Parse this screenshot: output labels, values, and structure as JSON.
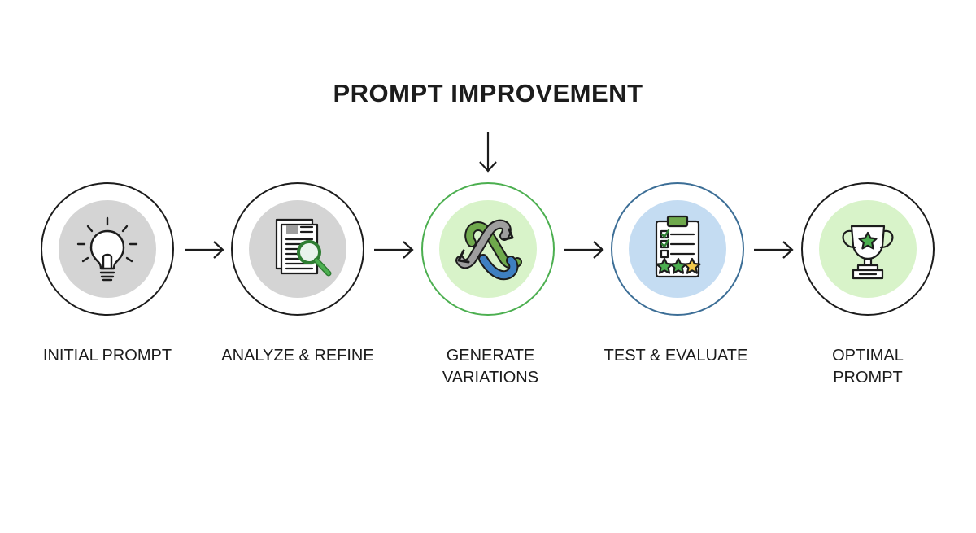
{
  "title": "PROMPT IMPROVEMENT",
  "stages": [
    {
      "label_lines": [
        "INITIAL PROMPT"
      ],
      "icon": "lightbulb-icon",
      "ring_color": "#1c1c1c",
      "fill_color": "#d4d4d4"
    },
    {
      "label_lines": [
        "ANALYZE & REFINE"
      ],
      "icon": "document-magnifier-icon",
      "ring_color": "#1c1c1c",
      "fill_color": "#d4d4d4"
    },
    {
      "label_lines": [
        "GENERATE",
        "VARIATIONS"
      ],
      "icon": "interlinked-arrows-icon",
      "ring_color": "#4caf50",
      "fill_color": "#d8f3c9"
    },
    {
      "label_lines": [
        "TEST & EVALUATE"
      ],
      "icon": "clipboard-stars-icon",
      "ring_color": "#3c6e96",
      "fill_color": "#c4dcf2"
    },
    {
      "label_lines": [
        "OPTIMAL",
        "PROMPT"
      ],
      "icon": "trophy-icon",
      "ring_color": "#1c1c1c",
      "fill_color": "#d8f3c9"
    }
  ]
}
